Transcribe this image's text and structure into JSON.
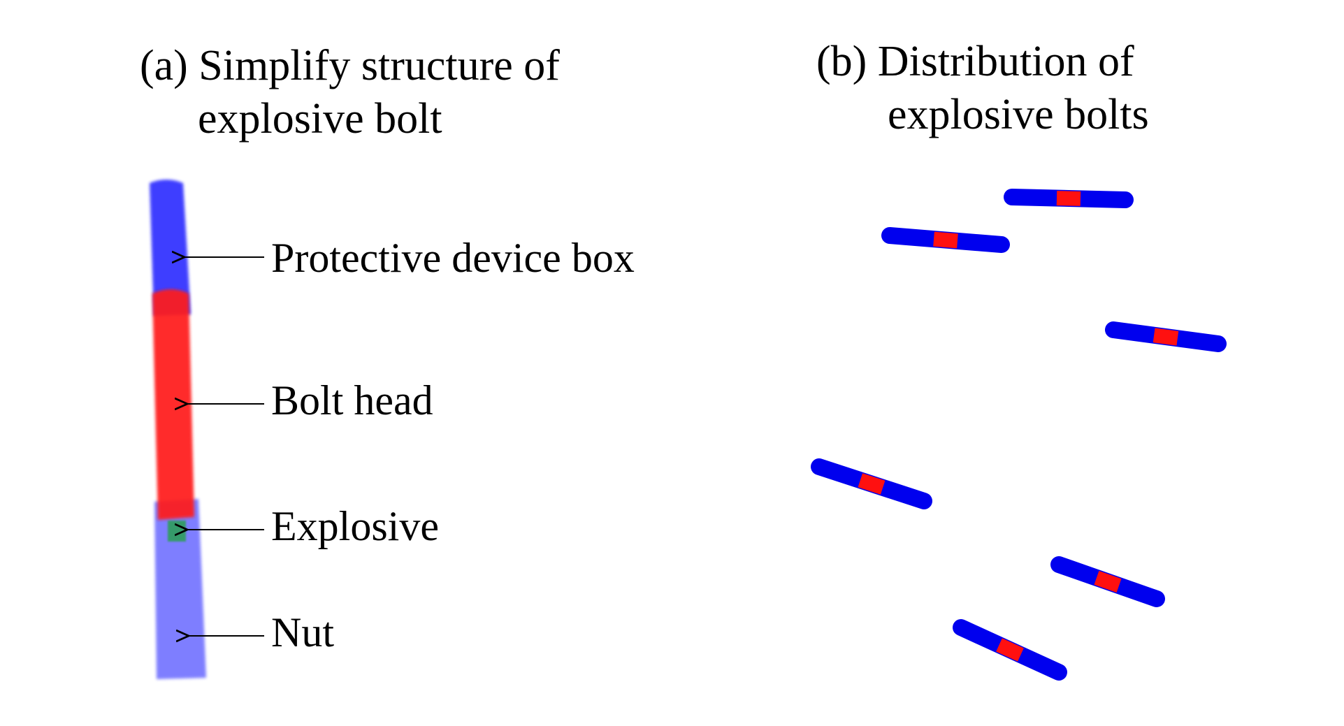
{
  "panel_a": {
    "title_line1": "(a) Simplify structure of",
    "title_line2": "explosive bolt",
    "labels": {
      "protective_device_box": "Protective device box",
      "bolt_head": "Bolt head",
      "explosive": "Explosive",
      "nut": "Nut"
    }
  },
  "panel_b": {
    "title_line1": "(b) Distribution of",
    "title_line2": "explosive bolts",
    "bolt_count": 6
  },
  "colors": {
    "protective_box": "#2b2bff",
    "bolt_head": "#ff1a1a",
    "explosive": "#2e9e5a",
    "nut": "#4d4dff",
    "bolt_body": "#0000ee",
    "bolt_center": "#ff1010",
    "text": "#000000"
  }
}
